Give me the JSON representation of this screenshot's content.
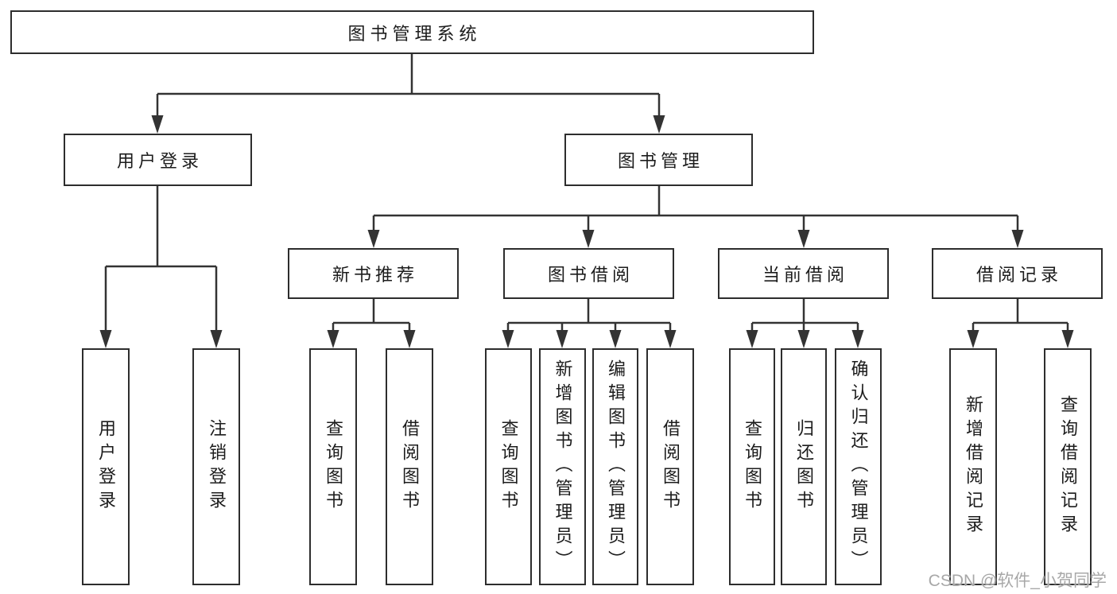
{
  "tree": {
    "label": "图书管理系统",
    "children": [
      {
        "label": "用户登录",
        "children": [
          {
            "label": "用户登录"
          },
          {
            "label": "注销登录"
          }
        ]
      },
      {
        "label": "图书管理",
        "children": [
          {
            "label": "新书推荐",
            "children": [
              {
                "label": "查询图书"
              },
              {
                "label": "借阅图书"
              }
            ]
          },
          {
            "label": "图书借阅",
            "children": [
              {
                "label": "查询图书"
              },
              {
                "label": "新增图书（管理员）"
              },
              {
                "label": "编辑图书（管理员）"
              },
              {
                "label": "借阅图书"
              }
            ]
          },
          {
            "label": "当前借阅",
            "children": [
              {
                "label": "查询图书"
              },
              {
                "label": "归还图书"
              },
              {
                "label": "确认归还（管理员）"
              }
            ]
          },
          {
            "label": "借阅记录",
            "children": [
              {
                "label": "新增借阅记录"
              },
              {
                "label": "查询借阅记录"
              }
            ]
          }
        ]
      }
    ]
  },
  "watermark": "CSDN @软件_小贺同学",
  "colors": {
    "background": "#ffffff",
    "line": "#333333",
    "box_border": "#2d2d2d",
    "text": "#1c1c1c",
    "watermark": "#a8a8a8"
  }
}
